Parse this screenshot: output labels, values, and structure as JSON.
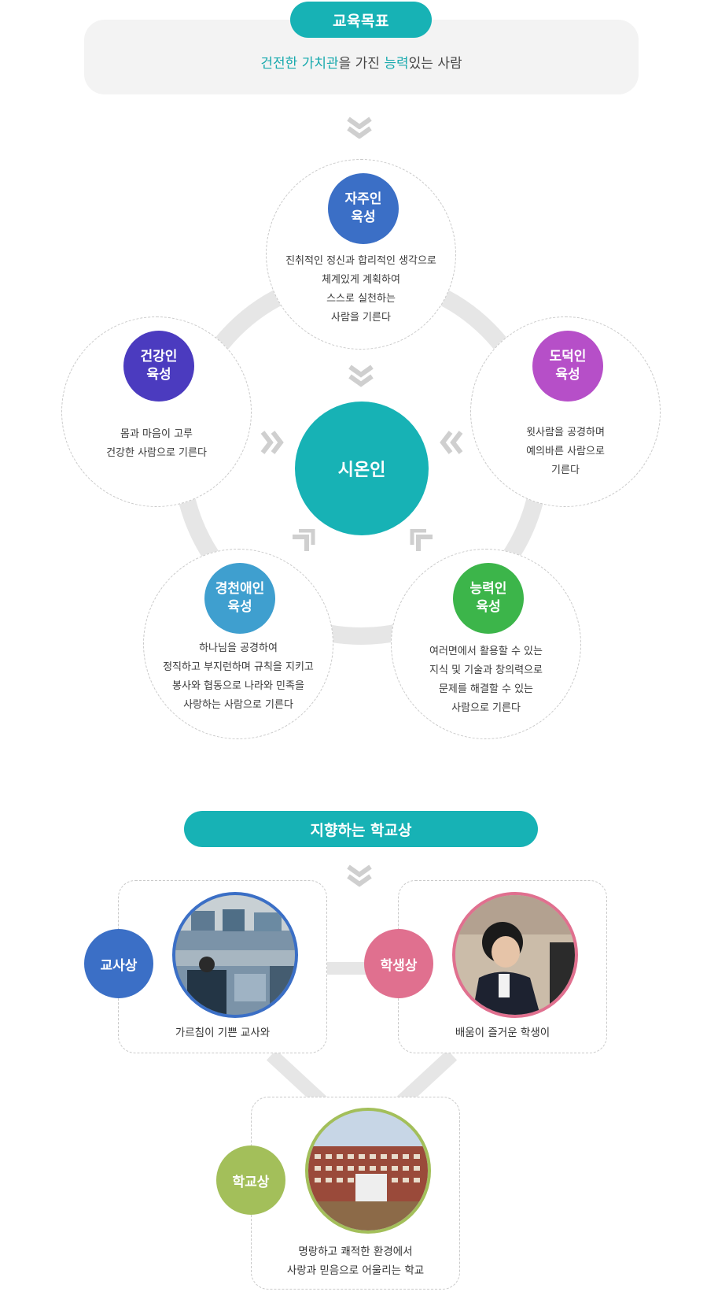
{
  "goal": {
    "title": "교육목표",
    "text_hl1": "건전한 가치관",
    "text_mid": "을 가진 ",
    "text_hl2": "능력",
    "text_end": "있는 사람"
  },
  "center": {
    "label": "시온인"
  },
  "virtues": {
    "autonomy": {
      "title_1": "자주인",
      "title_2": "육성",
      "lines": [
        "진취적인 정신과 합리적인 생각으로",
        "체계있게 계획하여",
        "스스로 실천하는",
        "사람을 기른다"
      ],
      "color": "#3b6fc6"
    },
    "health": {
      "title_1": "건강인",
      "title_2": "육성",
      "lines": [
        "몸과 마음이 고루",
        "건강한 사람으로 기른다"
      ],
      "color": "#4b3bbf"
    },
    "morality": {
      "title_1": "도덕인",
      "title_2": "육성",
      "lines": [
        "윗사람을 공경하며",
        "예의바른 사람으로",
        "기른다"
      ],
      "color": "#b64fc8"
    },
    "piety": {
      "title_1": "경천애인",
      "title_2": "육성",
      "lines": [
        "하나님을 공경하여",
        "정직하고 부지런하며 규칙을 지키고",
        "봉사와  협동으로 나라와 민족을",
        "사랑하는 사람으로 기른다"
      ],
      "color": "#3f9fcf"
    },
    "ability": {
      "title_1": "능력인",
      "title_2": "육성",
      "lines": [
        "여러면에서 활용할 수 있는",
        "지식 및 기술과 창의력으로",
        "문제를 해결할 수 있는",
        "사람으로 기른다"
      ],
      "color": "#3cb54a"
    }
  },
  "school": {
    "title": "지향하는 학교상",
    "teacher": {
      "label": "교사상",
      "caption": "가르침이 기쁜 교사와",
      "color": "#3b6fc6"
    },
    "student": {
      "label": "학생상",
      "caption": "배움이 즐거운 학생이",
      "color": "#e0708f"
    },
    "school": {
      "label": "학교상",
      "caption_1": "명랑하고 쾌적한 환경에서",
      "caption_2": "사랑과 믿음으로 어울리는 학교",
      "color": "#a3bf5a"
    }
  },
  "icons": [
    "chevron-down-icon",
    "chevron-right-icon",
    "chevron-left-icon",
    "chevron-up-icon"
  ]
}
